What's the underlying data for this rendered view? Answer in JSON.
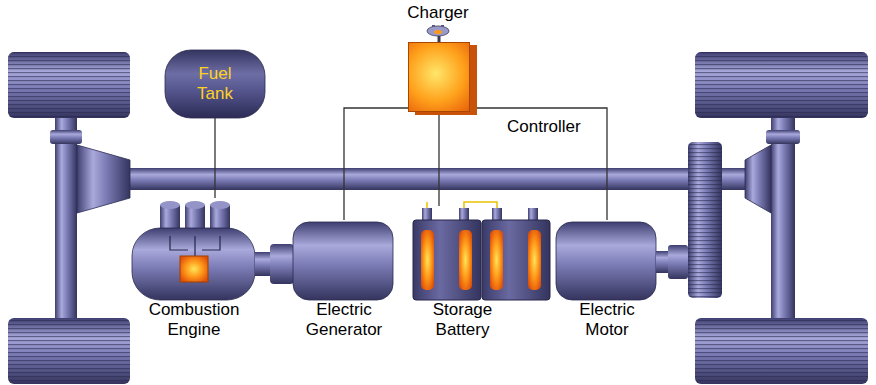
{
  "diagram": {
    "nodes": [
      {
        "text": [
          "Charger"
        ]
      },
      {
        "text": [
          "Fuel Tank"
        ]
      },
      {
        "text": [
          "Controller"
        ]
      },
      {
        "text": [
          "Combustion Engine"
        ]
      },
      {
        "text": [
          "Electric Generator"
        ]
      },
      {
        "text": [
          "Storage Battery"
        ]
      },
      {
        "text": [
          "Electric Motor"
        ]
      }
    ],
    "edges": [
      {
        "from": 0,
        "to": 2,
        "arrow": "none"
      },
      {
        "from": 1,
        "to": 3,
        "arrow": "none"
      },
      {
        "from": 2,
        "to": 4,
        "arrow": "none"
      },
      {
        "from": 2,
        "to": 5,
        "arrow": "none"
      },
      {
        "from": 2,
        "to": 6,
        "arrow": "none"
      }
    ]
  }
}
